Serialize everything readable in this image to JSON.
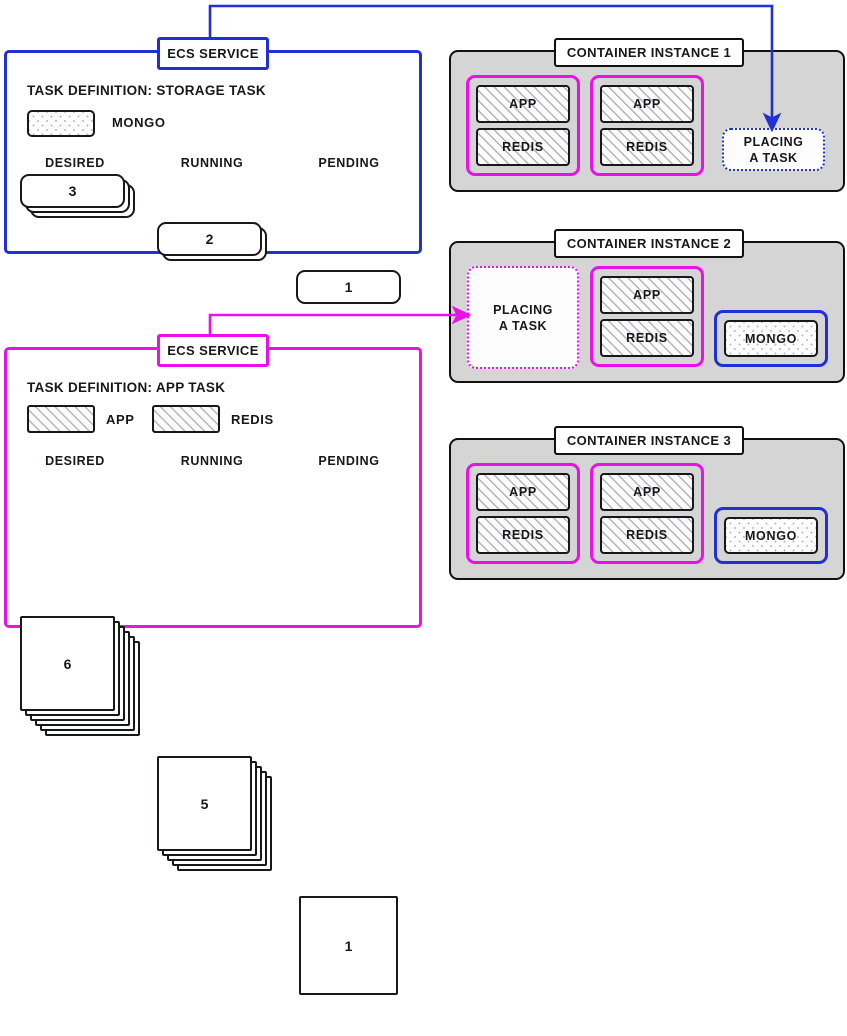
{
  "colors": {
    "blue": "#2030d4",
    "magenta": "#ea10ea",
    "black": "#16181a",
    "panel_gray": "#d5d5d5"
  },
  "services": [
    {
      "id": "storage-service",
      "tag_label": "ECS SERVICE",
      "accent": "#2030d4",
      "task_definition": "TASK DEFINITION: STORAGE TASK",
      "legend": [
        {
          "label": "MONGO",
          "pattern": "dots"
        }
      ],
      "counters": [
        {
          "label": "DESIRED",
          "value": "3",
          "cards": 3
        },
        {
          "label": "RUNNING",
          "value": "2",
          "cards": 2
        },
        {
          "label": "PENDING",
          "value": "1",
          "cards": 1
        }
      ]
    },
    {
      "id": "app-service",
      "tag_label": "ECS SERVICE",
      "accent": "#ea10ea",
      "task_definition": "TASK DEFINITION: APP TASK",
      "legend": [
        {
          "label": "APP",
          "pattern": "hatch"
        },
        {
          "label": "REDIS",
          "pattern": "hatch"
        }
      ],
      "counters": [
        {
          "label": "DESIRED",
          "value": "6",
          "cards": 6
        },
        {
          "label": "RUNNING",
          "value": "5",
          "cards": 5
        },
        {
          "label": "PENDING",
          "value": "1",
          "cards": 1
        }
      ]
    }
  ],
  "instances": [
    {
      "id": "container-instance-1",
      "title": "CONTAINER INSTANCE 1",
      "task_groups": [
        {
          "containers": [
            "APP",
            "REDIS"
          ]
        },
        {
          "containers": [
            "APP",
            "REDIS"
          ]
        }
      ],
      "mongo": null,
      "placing": {
        "line1": "PLACING",
        "line2": "A TASK",
        "accent": "#2030d4"
      }
    },
    {
      "id": "container-instance-2",
      "title": "CONTAINER INSTANCE 2",
      "task_groups": [
        {
          "containers": [
            "APP",
            "REDIS"
          ]
        }
      ],
      "mongo": {
        "label": "MONGO"
      },
      "placing": {
        "line1": "PLACING",
        "line2": "A TASK",
        "accent": "#ea10ea"
      }
    },
    {
      "id": "container-instance-3",
      "title": "CONTAINER INSTANCE 3",
      "task_groups": [
        {
          "containers": [
            "APP",
            "REDIS"
          ]
        },
        {
          "containers": [
            "APP",
            "REDIS"
          ]
        }
      ],
      "mongo": {
        "label": "MONGO"
      },
      "placing": null
    }
  ],
  "arrows": [
    {
      "name": "storage-service-to-instance-1",
      "color": "#2030d4"
    },
    {
      "name": "app-service-to-instance-2",
      "color": "#ea10ea"
    }
  ]
}
